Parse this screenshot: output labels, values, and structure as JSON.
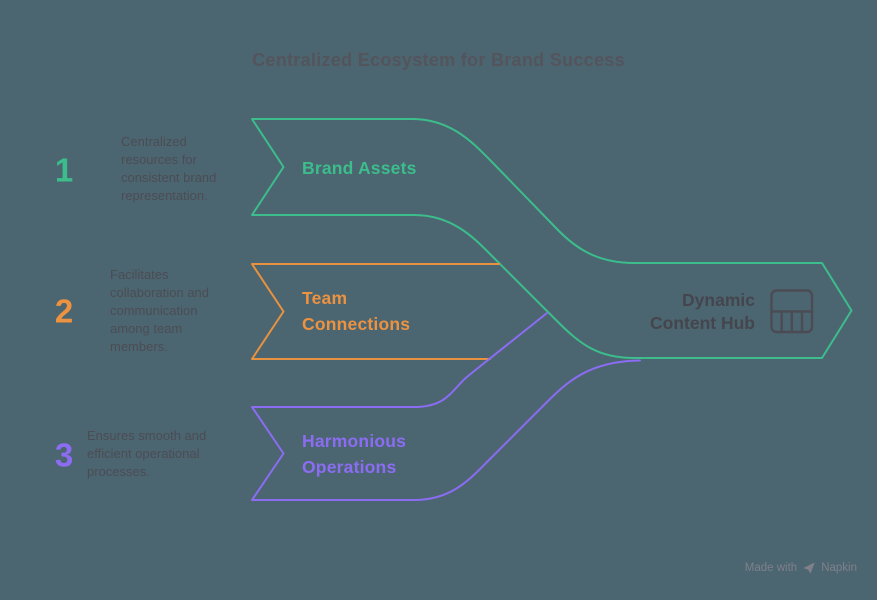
{
  "title": "Centralized Ecosystem for Brand Success",
  "colors": {
    "green": "#3cbd8b",
    "orange": "#e8923f",
    "purple": "#8b6cf2",
    "text_dark": "#4b4b53",
    "background": "#4b6671",
    "watermark_gray": "#7f808a"
  },
  "steps": [
    {
      "number": "1",
      "description": "Centralized\nresources for\nconsistent brand\nrepresentation.",
      "label": "Brand Assets"
    },
    {
      "number": "2",
      "description": "Facilitates\ncollaboration and\ncommunication\namong team\nmembers.",
      "label": "Team Connections"
    },
    {
      "number": "3",
      "description": "Ensures smooth and\nefficient operational\nprocesses.",
      "label": "Harmonious Operations"
    }
  ],
  "hub": {
    "label": "Dynamic Content Hub",
    "icon": "table-layout-icon"
  },
  "watermark": {
    "made_with": "Made with",
    "brand": "Napkin"
  }
}
